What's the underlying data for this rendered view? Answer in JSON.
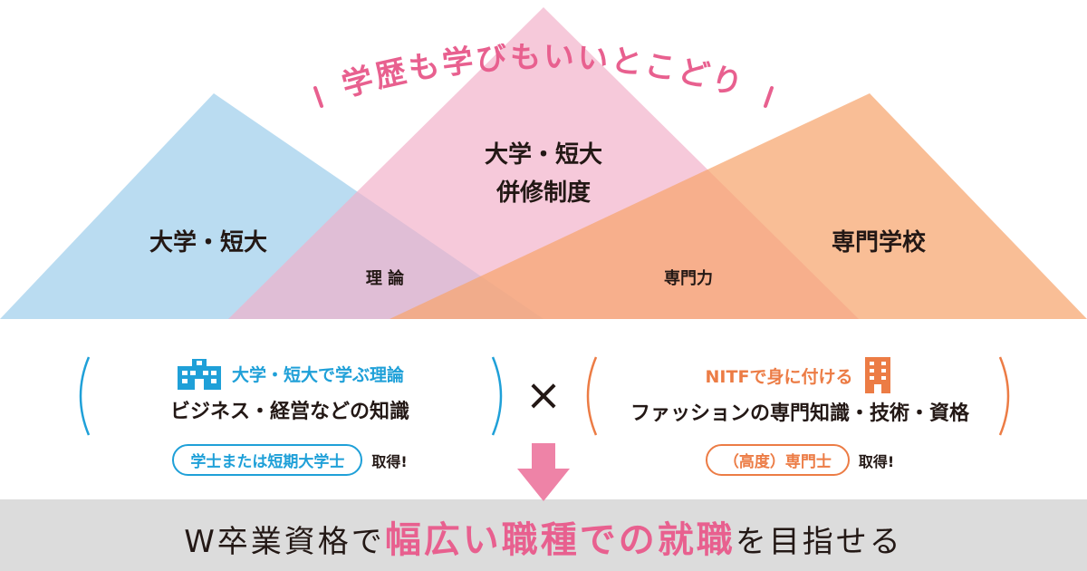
{
  "headline": "学歴も学びもいいとこどり",
  "triangles": {
    "left": {
      "label": "大学・短大",
      "color": "#b3d8f0"
    },
    "center": {
      "label_line1": "大学・短大",
      "label_line2": "併修制度",
      "color": "#f4bdd1"
    },
    "right": {
      "label": "専門学校",
      "color": "#f7b98b"
    }
  },
  "overlaps": {
    "left": "理 論",
    "right": "専門力"
  },
  "left_box": {
    "title": "大学・短大で学ぶ理論",
    "body": "ビジネス・経営などの知識",
    "pill": "学士または短期大学士",
    "suffix": "取得!",
    "icon": "school-building-icon",
    "accent": "#1fa0d8"
  },
  "cross": "×",
  "right_box": {
    "title": "NITFで身に付ける",
    "body": "ファッションの専門知識・技術・資格",
    "pill": "（高度）専門士",
    "suffix": "取得!",
    "icon": "office-building-icon",
    "accent": "#ec7c45"
  },
  "arrow_color": "#ee83a7",
  "bottom": {
    "prefix": "W卒業資格で",
    "highlight": "幅広い職種での就職",
    "suffix": "を目指せる",
    "highlight_color": "#e8608f"
  }
}
